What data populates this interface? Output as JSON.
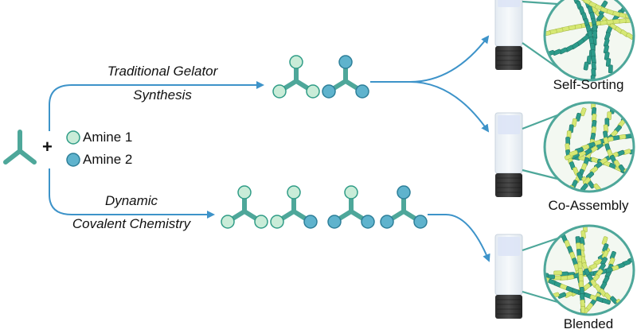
{
  "routes": {
    "traditional": {
      "line1": "Traditional Gelator",
      "line2": "Synthesis"
    },
    "dynamic": {
      "line1": "Dynamic",
      "line2": "Covalent Chemistry"
    }
  },
  "reactants": {
    "plus": "+",
    "amine1": "Amine 1",
    "amine2": "Amine 2"
  },
  "outcomes": {
    "self_sorting": "Self-Sorting",
    "co_assembly": "Co-Assembly",
    "blended": "Blended"
  },
  "colors": {
    "core": "#4ea79a",
    "amine1_fill": "#c9ecd8",
    "amine1_stroke": "#2f9c86",
    "amine2_fill": "#5fb3cd",
    "amine2_stroke": "#2d7f99",
    "arrow": "#3d93c9",
    "fiber_dark": "#2c9b8a",
    "fiber_light": "#d6e874"
  }
}
